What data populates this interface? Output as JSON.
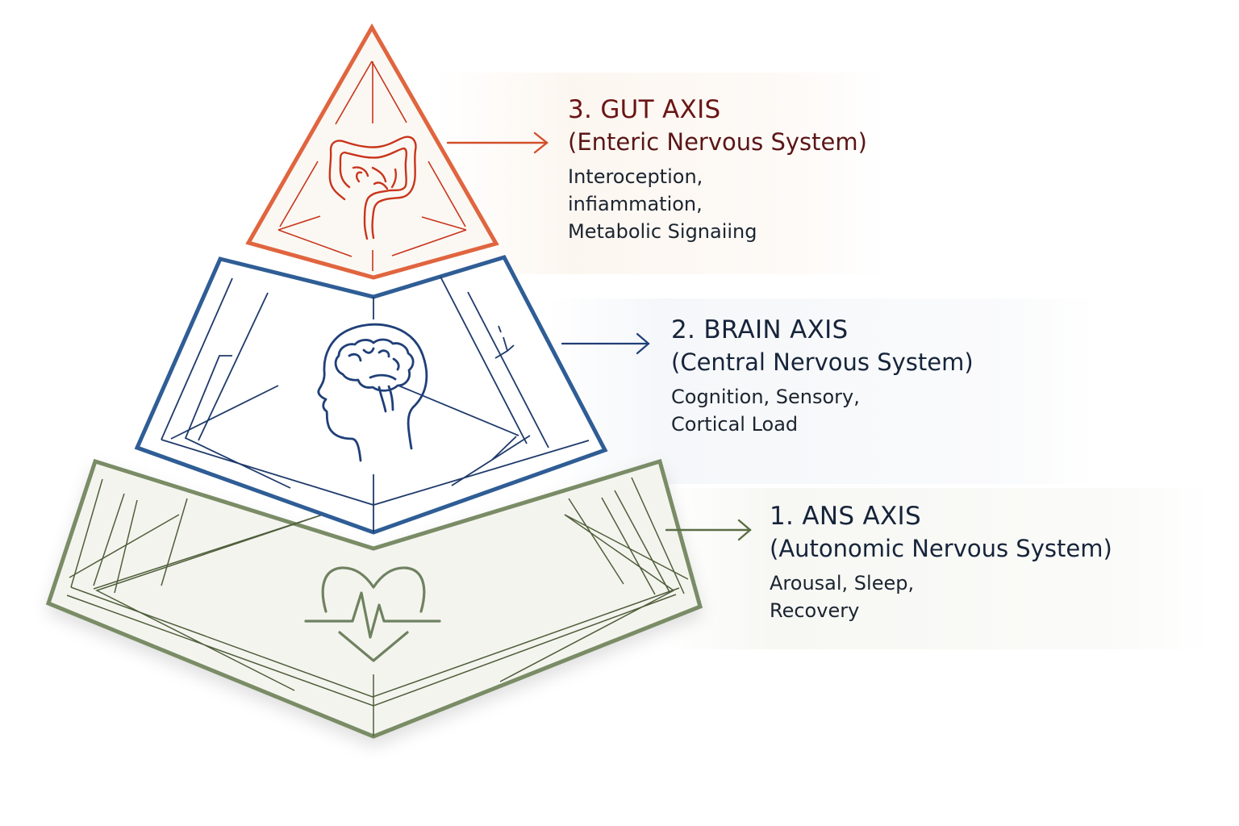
{
  "diagram": {
    "levels": [
      {
        "id": "gut",
        "title": "3. GUT AXIS",
        "subtitle": "(Enteric Nervous System)",
        "description": [
          "Interoception,",
          "infiammation,",
          "Metabolic Signaiing"
        ],
        "icon": "intestine-icon",
        "color": "#e0653f",
        "text_color": "#6b1414"
      },
      {
        "id": "brain",
        "title": "2. BRAIN AXIS",
        "subtitle": "(Central Nervous System)",
        "description": [
          "Cognition, Sensory,",
          "Cortical Load"
        ],
        "icon": "head-brain-icon",
        "color": "#2f5d95",
        "text_color": "#16243a"
      },
      {
        "id": "ans",
        "title": "1. ANS AXIS",
        "subtitle": "(Autonomic Nervous System)",
        "description": [
          "Arousal, Sleep,",
          "Recovery"
        ],
        "icon": "heart-pulse-icon",
        "color": "#7a8c66",
        "text_color": "#16243a"
      }
    ]
  }
}
